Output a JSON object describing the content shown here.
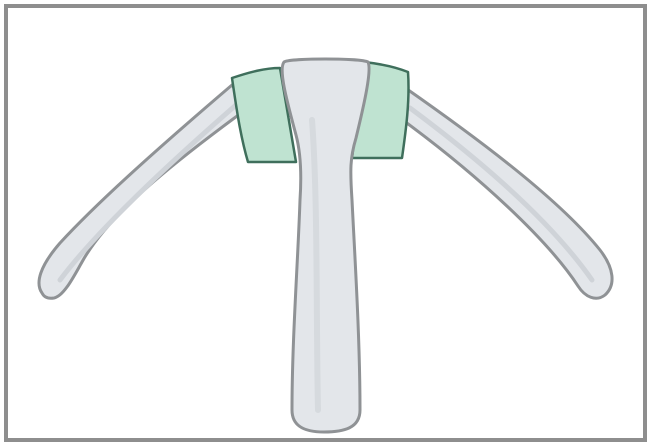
{
  "colors": {
    "background": "#ffffff",
    "frame_border": "#8e8e8e",
    "device_fill": "#e3e6ea",
    "device_outline": "#8f9295",
    "device_shadow": "#cfd3d8",
    "band_fill": "#bfe3d1",
    "band_outline": "#3f6f5c"
  },
  "illustration": {
    "subject": "t-shaped-intrauterine-device",
    "parts": [
      "left-arm",
      "right-arm",
      "stem",
      "left-copper-band",
      "right-copper-band"
    ]
  }
}
